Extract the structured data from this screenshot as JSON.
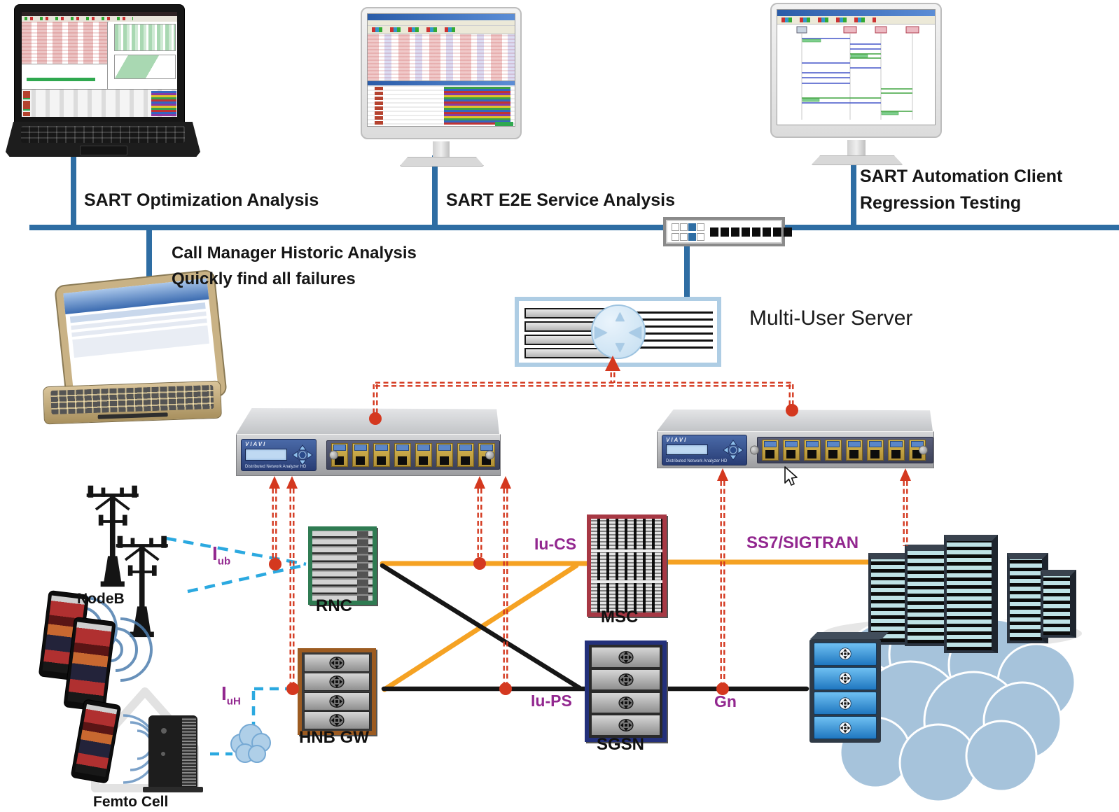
{
  "titles": {
    "optimization": "SART Optimization Analysis",
    "e2e": "SART E2E Service Analysis",
    "automation1": "SART Automation Client",
    "automation2": "Regression Testing",
    "call_manager1": "Call Manager Historic Analysis",
    "call_manager2": "Quickly find all failures",
    "server": "Multi-User Server"
  },
  "analyzer": {
    "brand": "VIAVI",
    "model": "Distributed Network Analyzer HD"
  },
  "nodes": {
    "nodeb": "NodeB",
    "femto": "Femto Cell",
    "rnc": "RNC",
    "hnbgw": "HNB GW",
    "msc": "MSC",
    "sgsn": "SGSN"
  },
  "interfaces": {
    "iub": {
      "main": "I",
      "sub": "ub"
    },
    "iuh": {
      "main": "I",
      "sub": "uH"
    },
    "iucs": "Iu-CS",
    "iups": "Iu-PS",
    "ss7": "SS7/SIGTRAN",
    "gn": "Gn"
  },
  "colors": {
    "bus_blue": "#2E6DA3",
    "link_orange": "#F5A223",
    "link_black": "#161616",
    "tap_red": "#D4381F",
    "radio_cyan": "#2BA9E0",
    "label_purple": "#92278F"
  }
}
